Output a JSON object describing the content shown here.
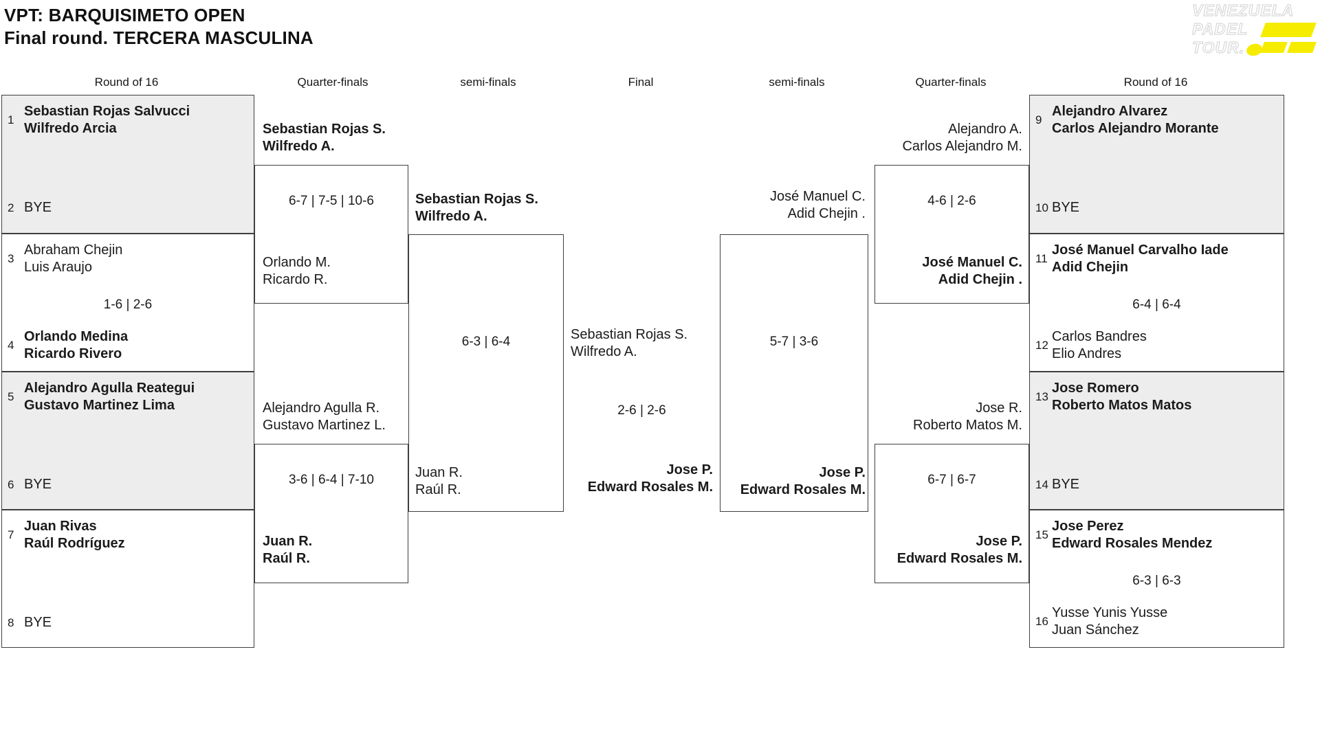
{
  "title": {
    "line1": "VPT: BARQUISIMETO OPEN",
    "line2": "Final round. TERCERA MASCULINA"
  },
  "logo": {
    "lines": [
      "VENEZUELA",
      "PADEL",
      "TOUR."
    ],
    "yellow": "#f6ec00"
  },
  "round_headers": [
    "Round of 16",
    "Quarter-finals",
    "semi-finals",
    "Final",
    "semi-finals",
    "Quarter-finals",
    "Round of 16"
  ],
  "colors": {
    "shaded_box": "#ededed",
    "border": "#3e3e3e",
    "text": "#1b1b1b"
  },
  "r16_left": [
    {
      "seed1": "1",
      "team1": [
        "Sebastian Rojas Salvucci",
        "Wilfredo Arcia"
      ],
      "team1_bold": true,
      "score": "",
      "seed2": "2",
      "team2": [
        "BYE"
      ],
      "team2_bold": false,
      "shaded": true
    },
    {
      "seed1": "3",
      "team1": [
        "Abraham Chejin",
        "Luis Araujo"
      ],
      "team1_bold": false,
      "score": "1-6 | 2-6",
      "seed2": "4",
      "team2": [
        "Orlando Medina",
        "Ricardo Rivero"
      ],
      "team2_bold": true,
      "shaded": false
    },
    {
      "seed1": "5",
      "team1": [
        "Alejandro Agulla Reategui",
        "Gustavo Martinez Lima"
      ],
      "team1_bold": true,
      "score": "",
      "seed2": "6",
      "team2": [
        "BYE"
      ],
      "team2_bold": false,
      "shaded": true
    },
    {
      "seed1": "7",
      "team1": [
        "Juan Rivas",
        "Raúl Rodríguez"
      ],
      "team1_bold": true,
      "score": "",
      "seed2": "8",
      "team2": [
        "BYE"
      ],
      "team2_bold": false,
      "shaded": false
    }
  ],
  "r16_right": [
    {
      "seed1": "9",
      "team1": [
        "Alejandro Alvarez",
        "Carlos Alejandro Morante"
      ],
      "team1_bold": true,
      "score": "",
      "seed2": "10",
      "team2": [
        "BYE"
      ],
      "team2_bold": false,
      "shaded": true
    },
    {
      "seed1": "11",
      "team1": [
        "José Manuel Carvalho Iade",
        "Adid Chejin"
      ],
      "team1_bold": true,
      "score": "6-4 | 6-4",
      "seed2": "12",
      "team2": [
        "Carlos Bandres",
        "Elio Andres"
      ],
      "team2_bold": false,
      "shaded": false
    },
    {
      "seed1": "13",
      "team1": [
        "Jose Romero",
        "Roberto Matos Matos"
      ],
      "team1_bold": true,
      "score": "",
      "seed2": "14",
      "team2": [
        "BYE"
      ],
      "team2_bold": false,
      "shaded": true
    },
    {
      "seed1": "15",
      "team1": [
        "Jose Perez",
        "Edward Rosales Mendez"
      ],
      "team1_bold": true,
      "score": "6-3 | 6-3",
      "seed2": "16",
      "team2": [
        "Yusse Yunis Yusse",
        "Juan Sánchez"
      ],
      "team2_bold": false,
      "shaded": false
    }
  ],
  "qf_left": [
    {
      "above": [
        "Sebastian Rojas S.",
        "Wilfredo A."
      ],
      "above_bold": true,
      "score": "6-7 | 7-5 | 10-6",
      "inside": [
        "Orlando M.",
        "Ricardo R."
      ],
      "inside_bold": false
    },
    {
      "above": [
        "Alejandro Agulla R.",
        "Gustavo Martinez L."
      ],
      "above_bold": false,
      "score": "3-6 | 6-4 | 7-10",
      "inside": [
        "Juan R.",
        "Raúl R."
      ],
      "inside_bold": true
    }
  ],
  "qf_right": [
    {
      "above": [
        "Alejandro A.",
        "Carlos Alejandro M."
      ],
      "above_bold": false,
      "score": "4-6 | 2-6",
      "inside": [
        "José Manuel C.",
        "Adid Chejin ."
      ],
      "inside_bold": true
    },
    {
      "above": [
        "Jose R.",
        "Roberto Matos M."
      ],
      "above_bold": false,
      "score": "6-7 | 6-7",
      "inside": [
        "Jose P.",
        "Edward Rosales M."
      ],
      "inside_bold": true
    }
  ],
  "sf_left": {
    "above": [
      "Sebastian Rojas S.",
      "Wilfredo A."
    ],
    "above_bold": true,
    "score": "6-3 | 6-4",
    "inside": [
      "Juan R.",
      "Raúl R."
    ],
    "inside_bold": false
  },
  "sf_right": {
    "above": [
      "José Manuel C.",
      "Adid Chejin ."
    ],
    "above_bold": false,
    "score": "5-7 | 3-6",
    "inside": [
      "Jose P.",
      "Edward Rosales M."
    ],
    "inside_bold": true
  },
  "final": {
    "team_left": [
      "Sebastian Rojas S.",
      "Wilfredo A."
    ],
    "team_left_bold": false,
    "score": "2-6 | 2-6",
    "team_right": [
      "Jose P.",
      "Edward Rosales M."
    ],
    "team_right_bold": true
  }
}
